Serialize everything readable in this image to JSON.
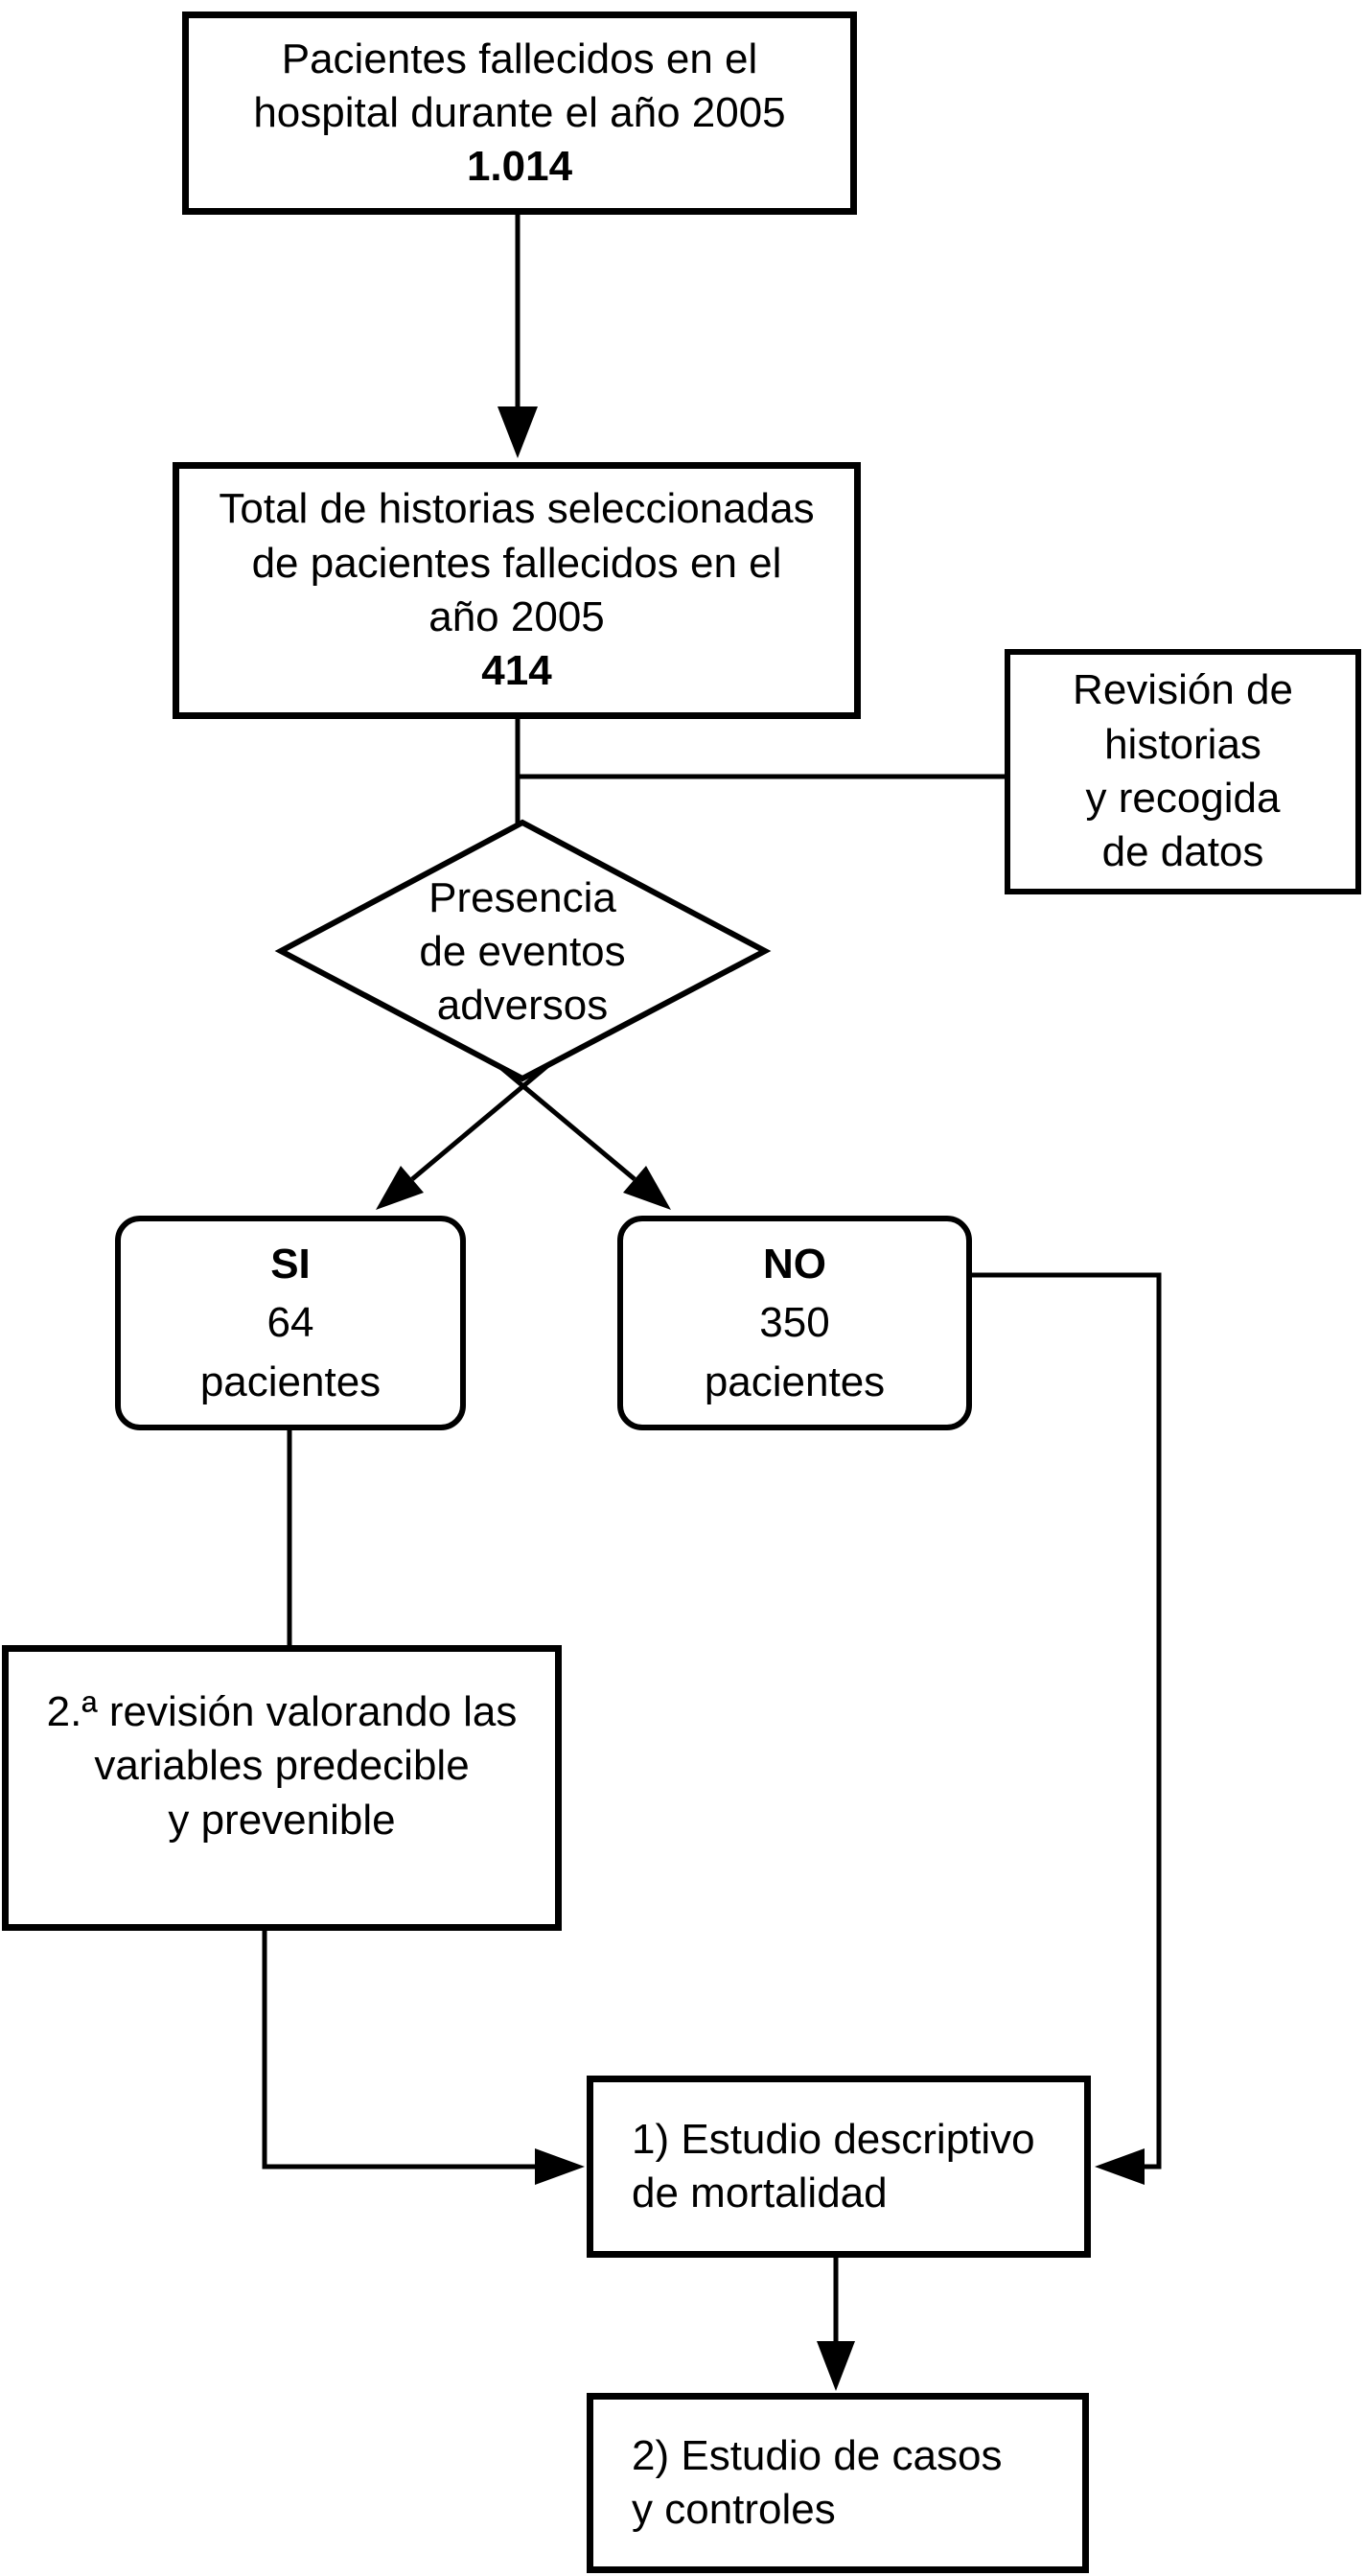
{
  "colors": {
    "ink": "#000000",
    "paper": "#ffffff"
  },
  "nodes": {
    "deceased": {
      "line1": "Pacientes fallecidos en el",
      "line2": "hospital durante el año 2005",
      "value": "1.014"
    },
    "selected": {
      "line1": "Total de historias seleccionadas",
      "line2": "de pacientes fallecidos en el",
      "line3": "año 2005",
      "value": "414"
    },
    "revision": {
      "line1": "Revisión de",
      "line2": "historias",
      "line3": "y recogida",
      "line4": "de datos"
    },
    "decision": {
      "line1": "Presencia",
      "line2": "de eventos",
      "line3": "adversos"
    },
    "yes": {
      "label": "SI",
      "count": "64",
      "unit": "pacientes"
    },
    "no": {
      "label": "NO",
      "count": "350",
      "unit": "pacientes"
    },
    "second_review": {
      "line1": "2.ª revisión valorando las",
      "line2": "variables predecible",
      "line3": "y prevenible"
    },
    "descriptive": {
      "line1": "1) Estudio descriptivo",
      "line2": "de mortalidad"
    },
    "case_control": {
      "line1": "2) Estudio de casos",
      "line2": "y controles"
    }
  }
}
